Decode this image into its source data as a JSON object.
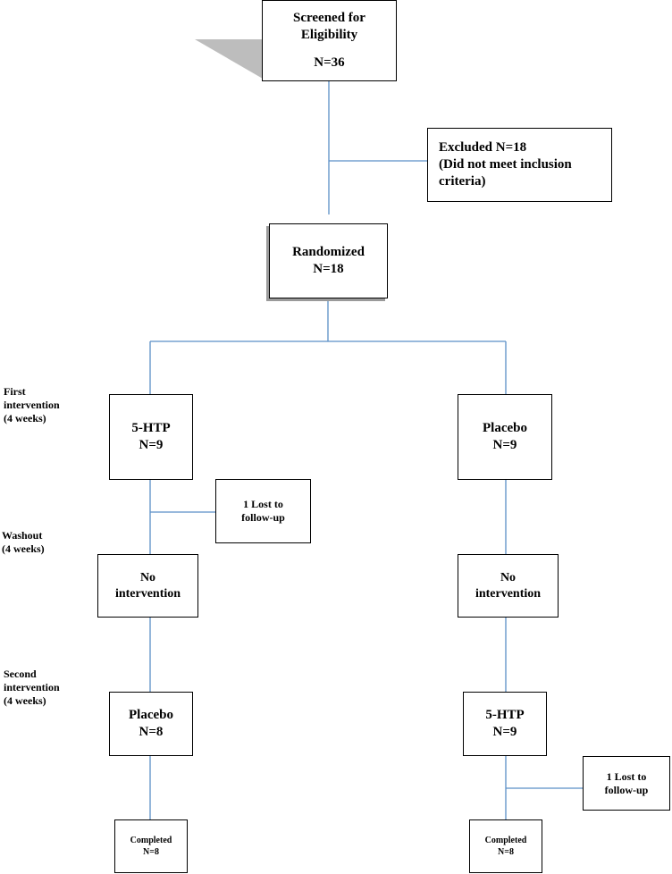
{
  "screened": {
    "line1": "Screened for",
    "line2": "Eligibility",
    "count": "N=36"
  },
  "excluded": {
    "line1": "Excluded N=18",
    "line2": "(Did not meet inclusion",
    "line3": "criteria)"
  },
  "randomized": {
    "line1": "Randomized",
    "count": "N=18"
  },
  "side_labels": {
    "first": [
      "First",
      "intervention",
      "(4 weeks)"
    ],
    "washout": [
      "Washout",
      "(4 weeks)"
    ],
    "second": [
      "Second",
      "intervention",
      "(4 weeks)"
    ]
  },
  "left_arm": {
    "first": {
      "label": "5-HTP",
      "count": "N=9"
    },
    "lost": {
      "line1": "1 Lost to",
      "line2": "follow-up"
    },
    "washout": {
      "line1": "No",
      "line2": "intervention"
    },
    "second": {
      "label": "Placebo",
      "count": "N=8"
    },
    "completed": {
      "label": "Completed",
      "count": "N=8"
    }
  },
  "right_arm": {
    "first": {
      "label": "Placebo",
      "count": "N=9"
    },
    "washout": {
      "line1": "No",
      "line2": "intervention"
    },
    "second": {
      "label": "5-HTP",
      "count": "N=9"
    },
    "lost": {
      "line1": "1 Lost to",
      "line2": "follow-up"
    },
    "completed": {
      "label": "Completed",
      "count": "N=8"
    }
  },
  "colors": {
    "connector": "#5b8fc7",
    "shadow": "#9a9a9a",
    "wedge": "#bdbdbd"
  }
}
